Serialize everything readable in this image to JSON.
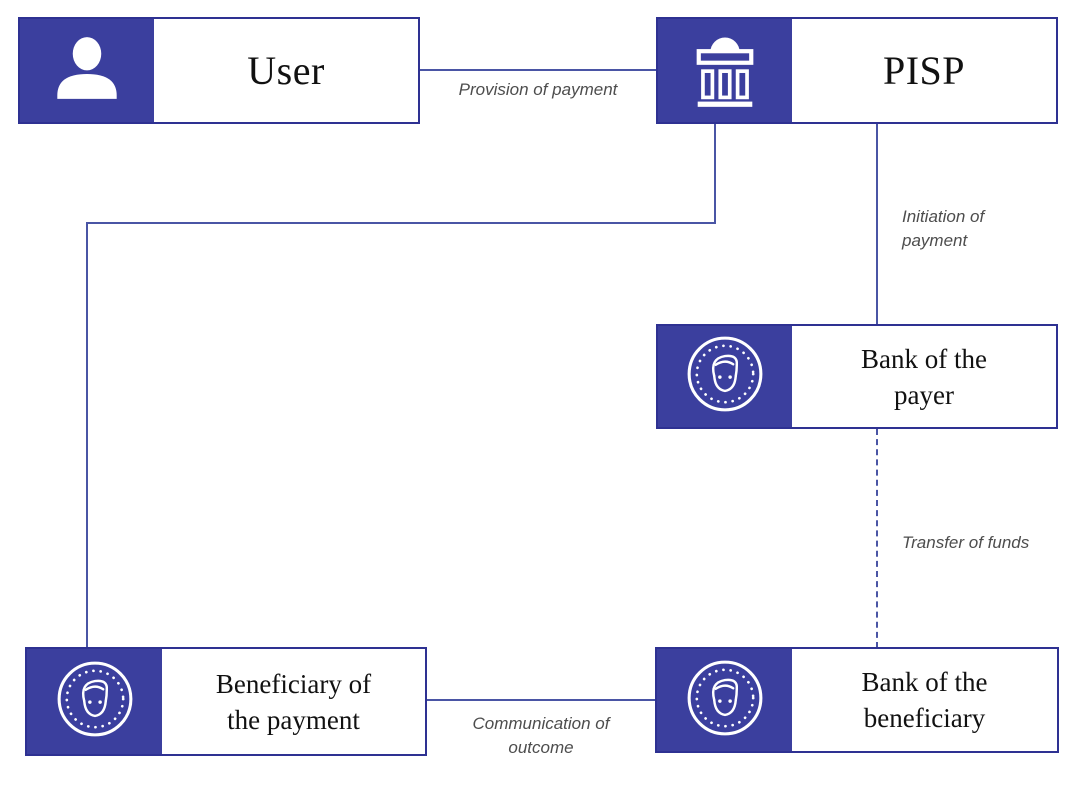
{
  "colors": {
    "node_fill": "#3b3f9e",
    "node_border": "#2e3192",
    "connector": "#4a55a5",
    "edge_label": "#4d4d4d",
    "node_text": "#111111",
    "background": "#ffffff"
  },
  "diagram": {
    "nodes": {
      "user": {
        "label": "User",
        "icon": "person-icon"
      },
      "pisp": {
        "label": "PISP",
        "icon": "bank-building-icon"
      },
      "bank_payer": {
        "label": "Bank of the\npayer",
        "icon": "person-coin-icon"
      },
      "bank_beneficiary": {
        "label": "Bank of the\nbeneficiary",
        "icon": "person-coin-icon"
      },
      "beneficiary": {
        "label": "Beneficiary of\nthe payment",
        "icon": "person-coin-icon"
      }
    },
    "edges": {
      "provision": {
        "label": "Provision of payment",
        "from": "user",
        "to": "pisp",
        "style": "solid"
      },
      "initiation": {
        "label": "Initiation of\npayment",
        "from": "pisp",
        "to": "bank_payer",
        "style": "solid"
      },
      "transfer": {
        "label": "Transfer of funds",
        "from": "bank_payer",
        "to": "bank_beneficiary",
        "style": "dashed"
      },
      "communication": {
        "label": "Communication of\noutcome",
        "from": "beneficiary",
        "to": "bank_beneficiary",
        "style": "solid"
      },
      "pisp_to_beneficiary": {
        "label": "",
        "from": "pisp",
        "to": "beneficiary",
        "style": "solid"
      }
    }
  }
}
